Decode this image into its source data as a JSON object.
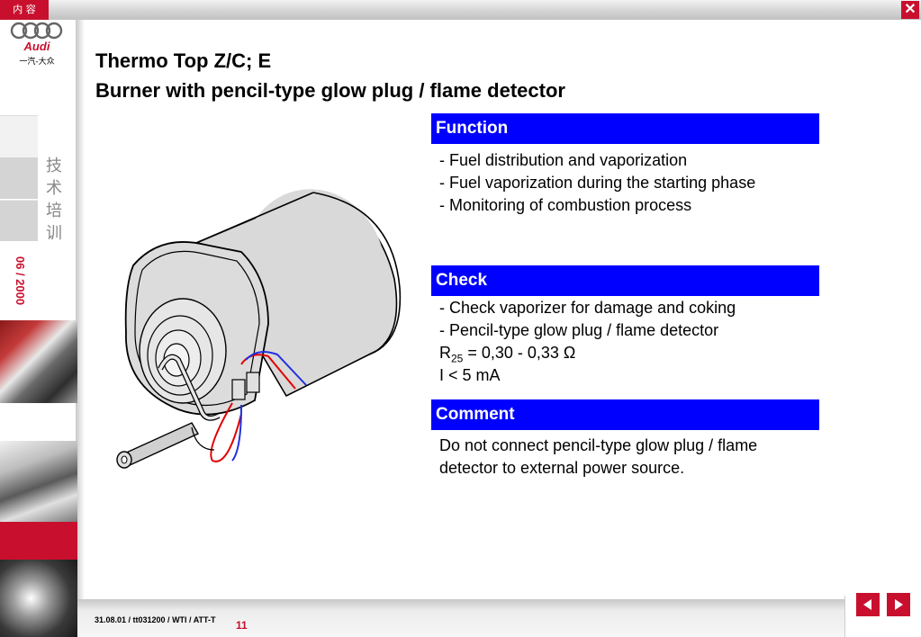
{
  "topbar": {
    "content_label": "内 容",
    "close_label": "✕"
  },
  "sidebar": {
    "brand": "Audi",
    "brand_sub": "一汽-大众",
    "vertical_label": [
      "技",
      "术",
      "培",
      "训"
    ],
    "date": "06 / 2000"
  },
  "title": {
    "line1": "Thermo Top Z/C; E",
    "line2": "Burner with pencil-type glow plug / flame detector"
  },
  "function": {
    "header": "Function",
    "lines": [
      "- Fuel distribution and vaporization",
      "- Fuel vaporization during the starting phase",
      "- Monitoring of combustion process"
    ]
  },
  "check": {
    "header": "Check",
    "lines": [
      "- Check vaporizer for damage and coking",
      "- Pencil-type glow plug / flame detector"
    ],
    "r_symbol": "R",
    "r_sub": "25",
    "r_value": " = 0,30 - 0,33 Ω",
    "current": "I < 5 mA"
  },
  "comment": {
    "header": "Comment",
    "lines": [
      "Do not connect pencil-type glow plug / flame",
      "detector to external power source."
    ]
  },
  "footer": {
    "ref": "31.08.01 / tt031200 / WTI / ATT-T",
    "page": "11"
  },
  "colors": {
    "accent_red": "#c8102e",
    "header_blue": "#0000ff"
  }
}
